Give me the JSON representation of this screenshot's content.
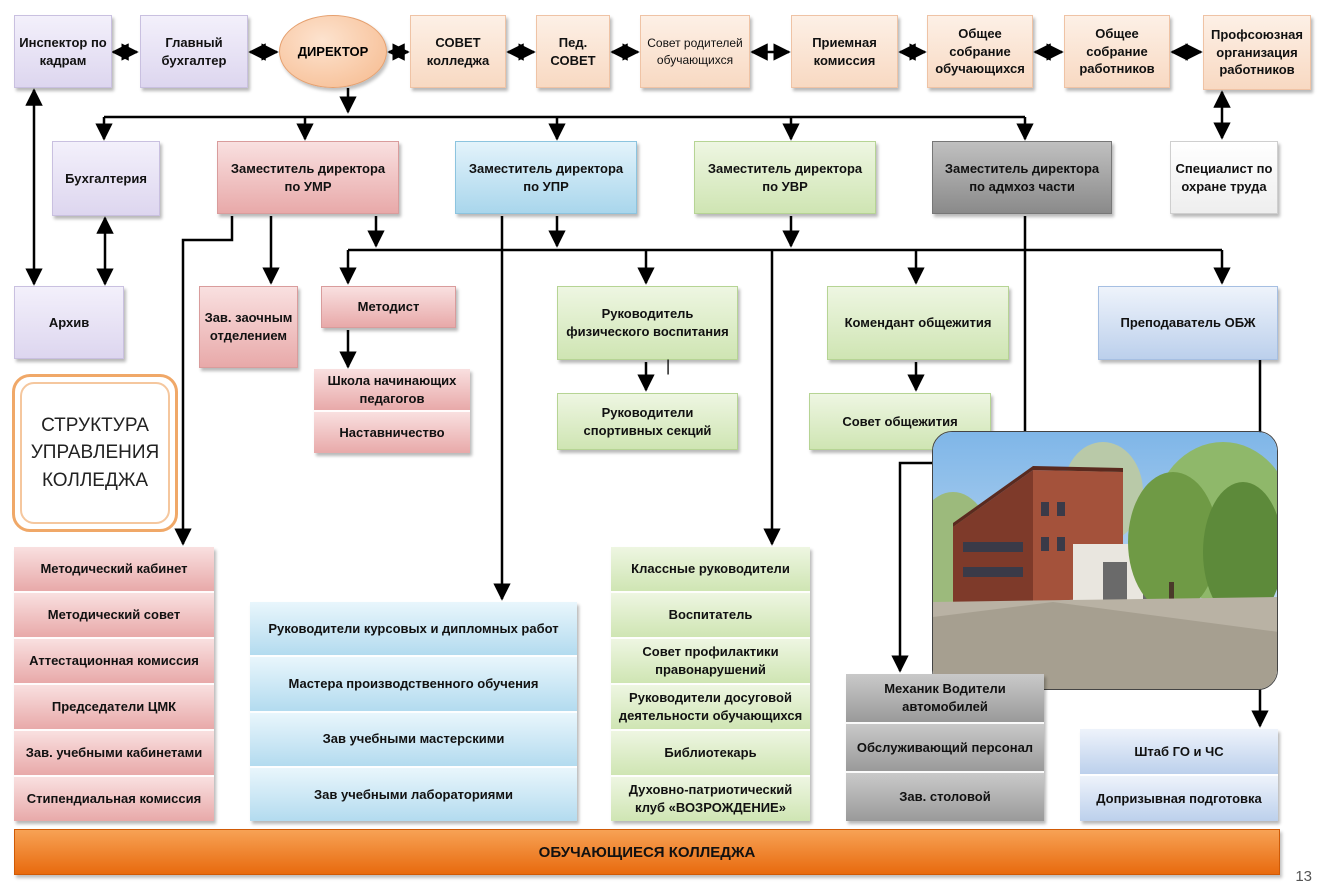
{
  "top_row": {
    "inspector": "Инспектор по кадрам",
    "chief_accountant": "Главный бухгалтер",
    "director": "ДИРЕКТОР",
    "college_council": "СОВЕТ колледжа",
    "ped_council": "Пед. СОВЕТ",
    "parents_council": "Совет родителей обучающихся",
    "admission": "Приемная комиссия",
    "students_meeting": "Общее собрание обучающихся",
    "workers_meeting": "Общее собрание работников",
    "union": "Профсоюзная организация работников"
  },
  "deputies": {
    "accounting": "Бухгалтерия",
    "umr": "Заместитель директора по УМР",
    "upr": "Заместитель директора по УПР",
    "uvr": "Заместитель директора по УВР",
    "admhoz": "Заместитель директора по адмхоз части",
    "labor_safety": "Специалист по охране труда"
  },
  "third_row": {
    "archive": "Архив",
    "correspondence_head": "Зав. заочным отделением",
    "methodist": "Методист",
    "phys_ed_head": "Руководитель физического воспитания",
    "commandant": "Комендант общежития",
    "obzh_teacher": "Преподаватель ОБЖ",
    "young_teachers_school": "Школа начинающих педагогов",
    "mentoring": "Наставничество",
    "sports_heads": "Руководители спортивных секций",
    "dorm_council": "Совет общежития",
    "phys_mark": "|"
  },
  "title": "СТРУКТУРА УПРАВЛЕНИЯ КОЛЛЕДЖА",
  "umr_list": [
    "Методический кабинет",
    "Методический совет",
    "Аттестационная комиссия",
    "Председатели ЦМК",
    "Зав. учебными кабинетами",
    "Стипендиальная комиссия"
  ],
  "upr_list": [
    "Руководители курсовых и дипломных работ",
    "Мастера производственного обучения",
    "Зав учебными мастерскими",
    "Зав учебными лабораториями"
  ],
  "uvr_list": [
    "Классные руководители",
    "Воспитатель",
    "Совет профилактики правонарушений",
    "Руководители досуговой деятельности обучающихся",
    "Библиотекарь",
    "Духовно-патриотический клуб «ВОЗРОЖДЕНИЕ»"
  ],
  "admhoz_list": [
    "Механик Водители автомобилей",
    "Обслуживающий персонал",
    "Зав. столовой"
  ],
  "obzh_list": [
    "Штаб ГО и ЧС",
    "Допризывная подготовка"
  ],
  "bottom_bar": "ОБУЧАЮЩИЕСЯ КОЛЛЕДЖА",
  "page_number": "13",
  "colors": {
    "pink": "#e8a9a9",
    "blue": "#a9d6ec",
    "green": "#cfe5b3",
    "gray": "#8a8a8a",
    "peach": "#f8d9c2",
    "lavender": "#ddd6ef",
    "orange_bar": "#e86a0e"
  }
}
